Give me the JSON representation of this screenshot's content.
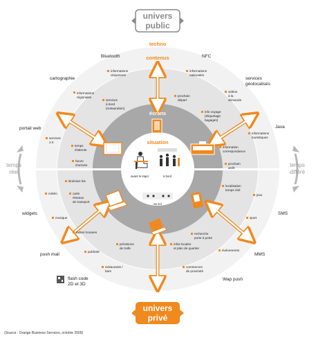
{
  "colors": {
    "accent": "#f0891e",
    "ring_outer": "#f2f2f2",
    "ring_middle": "#e2e2e2",
    "ring_inner": "#a9a9a9",
    "center": "#ffffff",
    "arrow_grey": "#b7b7b7",
    "header_box": "#8a8a8a"
  },
  "univers_public": {
    "line1": "univers",
    "line2": "public"
  },
  "univers_prive": {
    "line1": "univers",
    "line2": "privé"
  },
  "layer_labels": {
    "techno": "techno",
    "contenus": "contenus",
    "ecrans": "écrans",
    "situation": "situation"
  },
  "temps_reel": {
    "line1": "temps",
    "line2": "réel"
  },
  "temps_differe": {
    "line1": "temps",
    "line2": "différé"
  },
  "techno_items": {
    "bluetooth": "Bluetooth",
    "nfc": "NFC",
    "java": "Java",
    "sms": "SMS",
    "mms": "MMS",
    "wap_push": "Wap push",
    "push_mail": "push mail",
    "widgets": "widgets"
  },
  "usage_items": {
    "cartographie": "cartographie",
    "services_geo": [
      "services",
      "géolocalisés"
    ],
    "portail_web": "portail web",
    "flash_code": [
      "flash code",
      "2D et 3D"
    ]
  },
  "content_items": {
    "info_citoyennes": [
      "informations",
      "citoyennes"
    ],
    "info_nationales": [
      "informations",
      "nationales"
    ],
    "info_regionales": [
      "informations",
      "régionales"
    ],
    "services_bord": [
      "services",
      "à bord",
      "(restauration)"
    ],
    "prochain_depart": [
      "prochain",
      "départ"
    ],
    "videos_demande": [
      "vidéos",
      "à la",
      "demande"
    ],
    "info_voyage": [
      "info voyage",
      "(étiquetage",
      "bagages)"
    ],
    "info_touristiques": [
      "informations",
      "touristiques"
    ],
    "services_20": [
      "services",
      "2.0"
    ],
    "temps_attente": [
      "temps",
      "d'attente"
    ],
    "info_correspondance": [
      "information",
      "correspondance"
    ],
    "heure_arrivee": [
      "heure",
      "d'arrivée"
    ],
    "prochain_arret": [
      "prochain",
      "arrêt"
    ],
    "itineraire_bis": "itinéraire bis",
    "meteo": "météo",
    "carte_reseaux": [
      "carte",
      "réseaux",
      "de transport"
    ],
    "localisation": [
      "localisation",
      "temps réel"
    ],
    "jeux": "jeux",
    "musique": "musique",
    "sport": "sport",
    "tables_horaires": "tables horaires",
    "prevision_trafic": [
      "prévisions",
      "de trafic"
    ],
    "recherche_porte": [
      "recherche",
      "porte à porte"
    ],
    "publicite": "publicité",
    "infos_locales": [
      "infos locales",
      "et plan de quartier"
    ],
    "evenements": "événements",
    "restaurants": [
      "restaurants /",
      "bars"
    ],
    "commerces": [
      "commerces",
      "de proximité"
    ]
  },
  "situation_items": {
    "avant_trajet": "avant le trajet",
    "a_bord": "à bord",
    "au_sol": "au sol"
  },
  "source": "(Source : Orange Business Services, octobre 2009)"
}
